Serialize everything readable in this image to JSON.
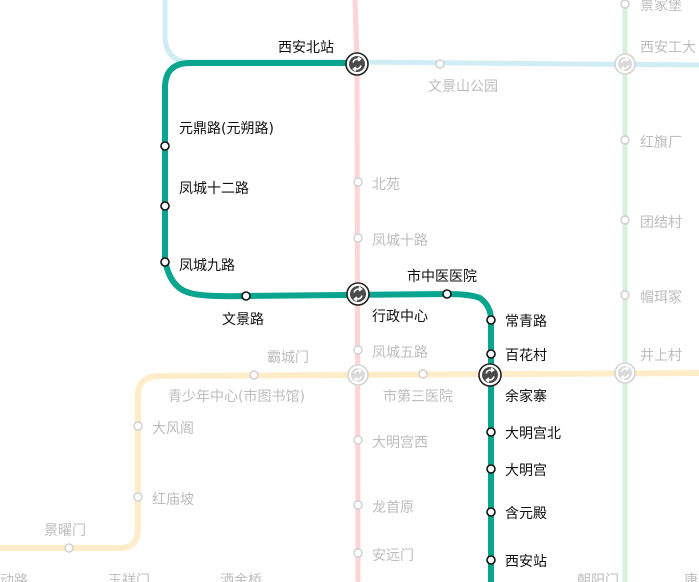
{
  "map": {
    "colors": {
      "highlight_line": "#0aa58e",
      "red_line": "#ffd4d4",
      "lightblue_line": "#d0ecf4",
      "yellow_line": "#ffecc8",
      "lightgreen_line": "#d6f0dc",
      "main_text": "#111111",
      "dim_text": "#bdbdbd"
    },
    "highlighted_line_stations": {
      "xi_an_bei": "西安北站",
      "yuan_ding_lu": "元鼎路(元朔路)",
      "feng_cheng_12": "凤城十二路",
      "feng_cheng_9": "凤城九路",
      "wen_jing_lu": "文景路",
      "xing_zheng_zhong_xin": "行政中心",
      "shi_zhong_yi": "市中医医院",
      "chang_qing_lu": "常青路",
      "bai_hua_cun": "百花村",
      "yu_jia_zhai": "余家寨",
      "da_ming_gong_bei": "大明宫北",
      "da_ming_gong": "大明宫",
      "han_yuan_dian": "含元殿",
      "xi_an_zhan": "西安站"
    },
    "other_stations": {
      "wen_jing_shan": "文景山公园",
      "bei_yuan": "北苑",
      "feng_cheng_10": "凤城十路",
      "feng_cheng_5": "凤城五路",
      "ba_cheng_men": "霸城门",
      "qing_shao_nian": "青少年中心(市图书馆)",
      "shi_di_san": "市第三医院",
      "da_ming_gong_xi": "大明宫西",
      "long_shou_yuan": "龙首原",
      "an_yuan_men": "安远门",
      "da_feng_ge": "大风阁",
      "hong_miao_po": "红庙坡",
      "jing_yao_men": "景曜门",
      "jing_jia_bao": "景家堡",
      "xi_an_gong_da": "西安工大",
      "hong_qi_chang": "红旗厂",
      "tuan_jie_cun": "团结村",
      "mao_er_zhai": "帽珥冢",
      "jing_shang_cun": "井上村",
      "lao_dong_lu": "劳动路",
      "yu_xiang_men": "玉祥门",
      "sa_jin_qiao": "洒金桥",
      "chao_yang_men": "朝阳门",
      "kang": "康"
    },
    "icons": {
      "transfer": "transfer-icon"
    }
  }
}
